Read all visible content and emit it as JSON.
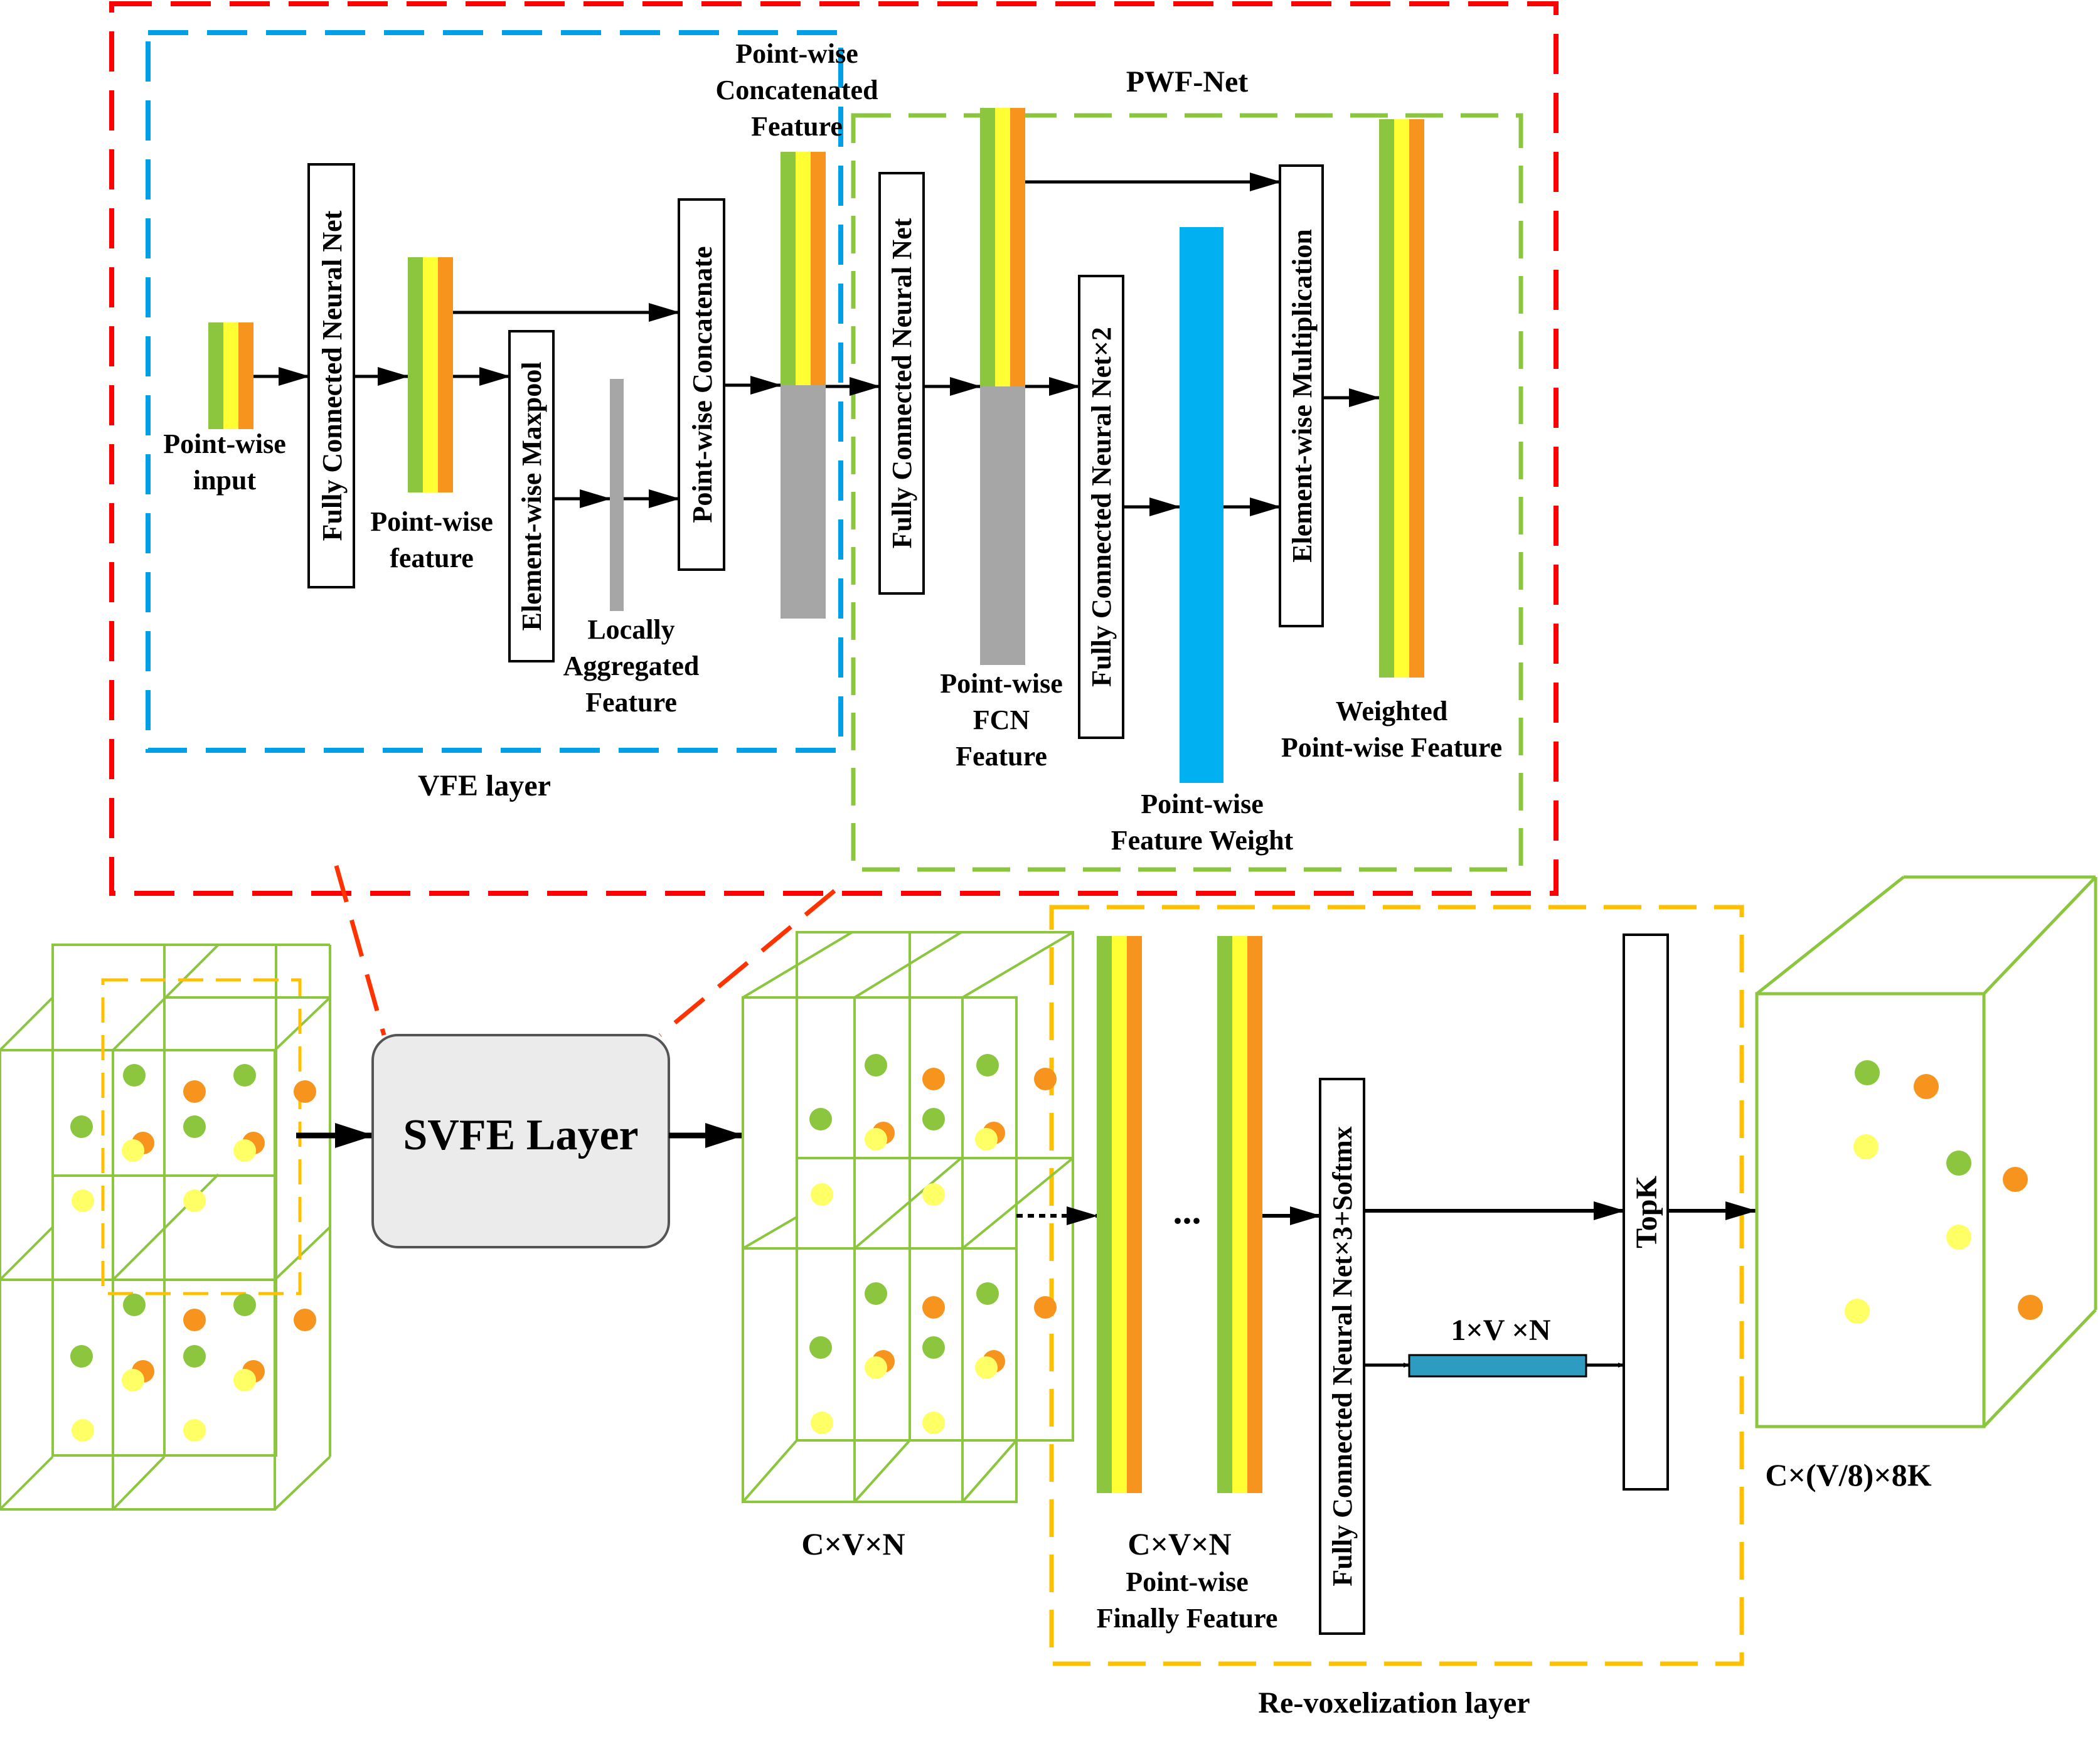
{
  "colors": {
    "green": "#8CC63F",
    "yellow": "#FFFF33",
    "orange": "#F7941D",
    "gray": "#A6A6A6",
    "blue": "#00B0F0",
    "teal": "#2E9CC0",
    "frame_red": "#FF0000",
    "frame_blue": "#00A0E9",
    "frame_green": "#8CC63F",
    "frame_yellow": "#FFC000",
    "dot_light_yellow": "#FFFF66"
  },
  "labels": {
    "pwf_net": "PWF-Net",
    "vfe_layer": "VFE layer",
    "point_wise": "Point-wise",
    "input": "input",
    "feature": "feature",
    "locally": "Locally",
    "aggregated": "Aggregated",
    "feature_word": "Feature",
    "concatenated": "Concatenated",
    "fcn": "FCN",
    "feature_weight": "Feature Weight",
    "weighted": "Weighted",
    "weighted_pw_feature": "Point-wise Feature",
    "svfe_layer": "SVFE Layer",
    "cvn": "C×V×N",
    "finally_feature": "Finally Feature",
    "one_v_n": "1×V ×N",
    "output_dims": "C×(V/8)×8K",
    "revox_layer": "Re-voxelization layer",
    "ellipsis": "..."
  },
  "boxes": {
    "fcn": "Fully Connected Neural  Net",
    "maxpool": "Element-wise Maxpool",
    "concat": "Point-wise Concatenate",
    "fcn2": "Fully Connected Neural  Net",
    "fcnx2": "Fully Connected Neural  Net×2",
    "elem_mult": "Element-wise Multiplication",
    "fcn_softmax": "Fully Connected Neural  Net×3+Softmx",
    "topk": "TopK"
  }
}
